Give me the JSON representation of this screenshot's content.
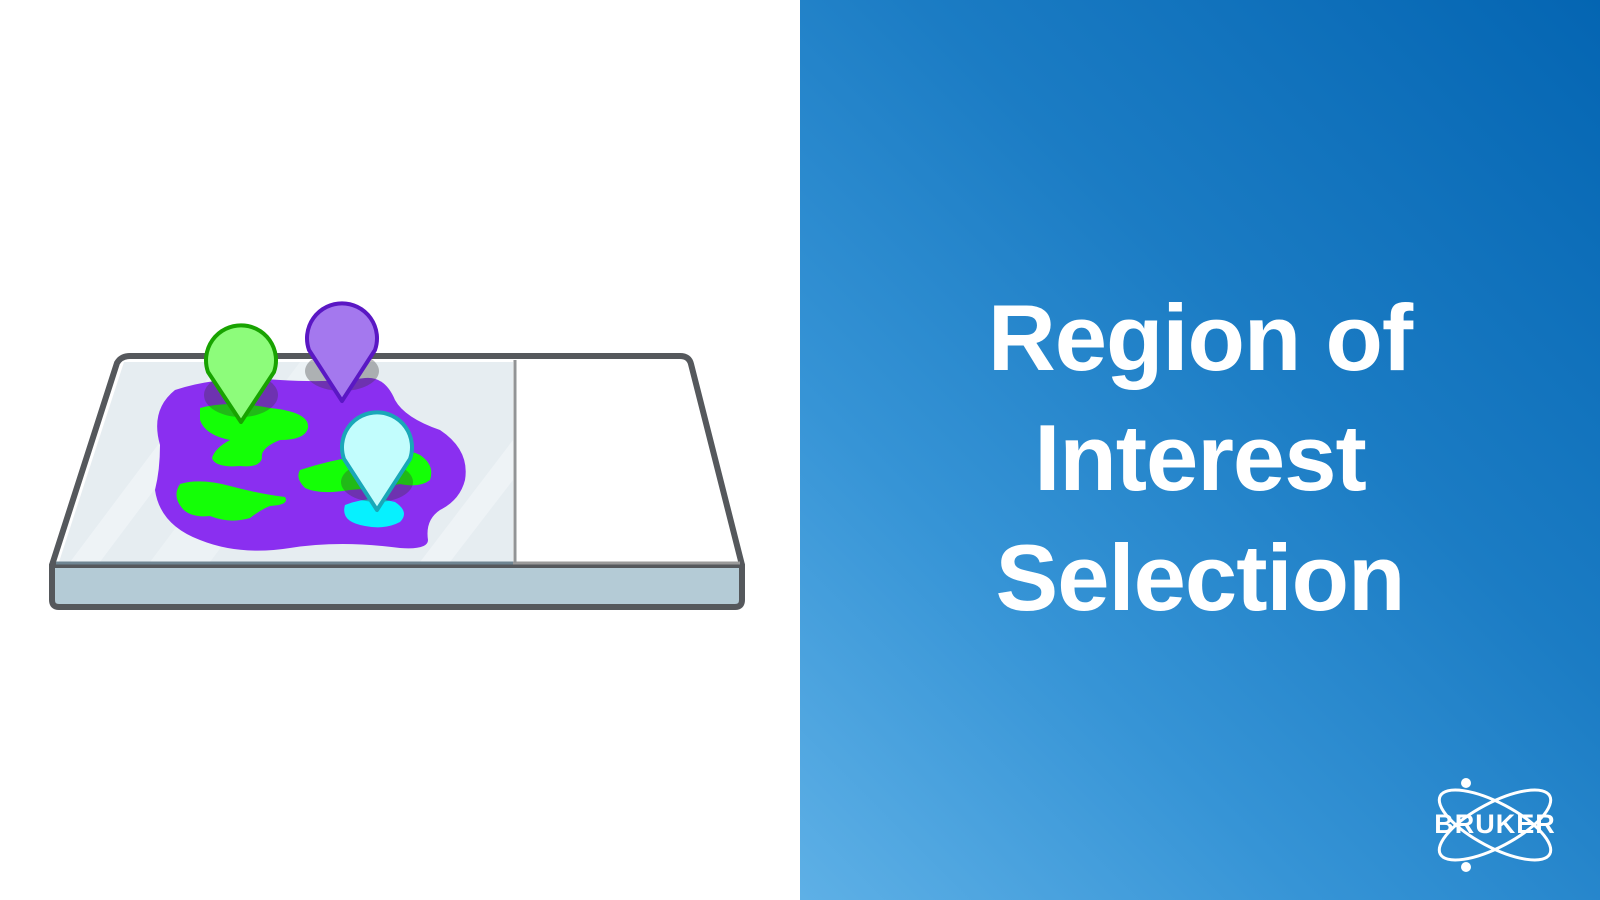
{
  "slide": {
    "title_lines": [
      "Region of",
      "Interest",
      "Selection"
    ],
    "brand": "BRUKER"
  },
  "illustration": {
    "subject": "microscope-slide-with-tissue-sample",
    "markers": [
      {
        "name": "green-map-pin",
        "fill": "#8dfc7b",
        "stroke": "#18a300"
      },
      {
        "name": "purple-map-pin",
        "fill": "#a478ee",
        "stroke": "#5a17c4"
      },
      {
        "name": "cyan-map-pin",
        "fill": "#c2fdfd",
        "stroke": "#19a8b8"
      }
    ],
    "colors": {
      "tissue": "#8a2ff0",
      "region_green": "#14ff06",
      "region_cyan": "#06f1ff",
      "slide_glass": "#e6edf1",
      "slide_edge": "#b4cbd6",
      "outline": "#55585c"
    }
  },
  "colors": {
    "panel_gradient_start": "#0465b2",
    "panel_gradient_end": "#5eb0e6",
    "title_text": "#ffffff"
  }
}
